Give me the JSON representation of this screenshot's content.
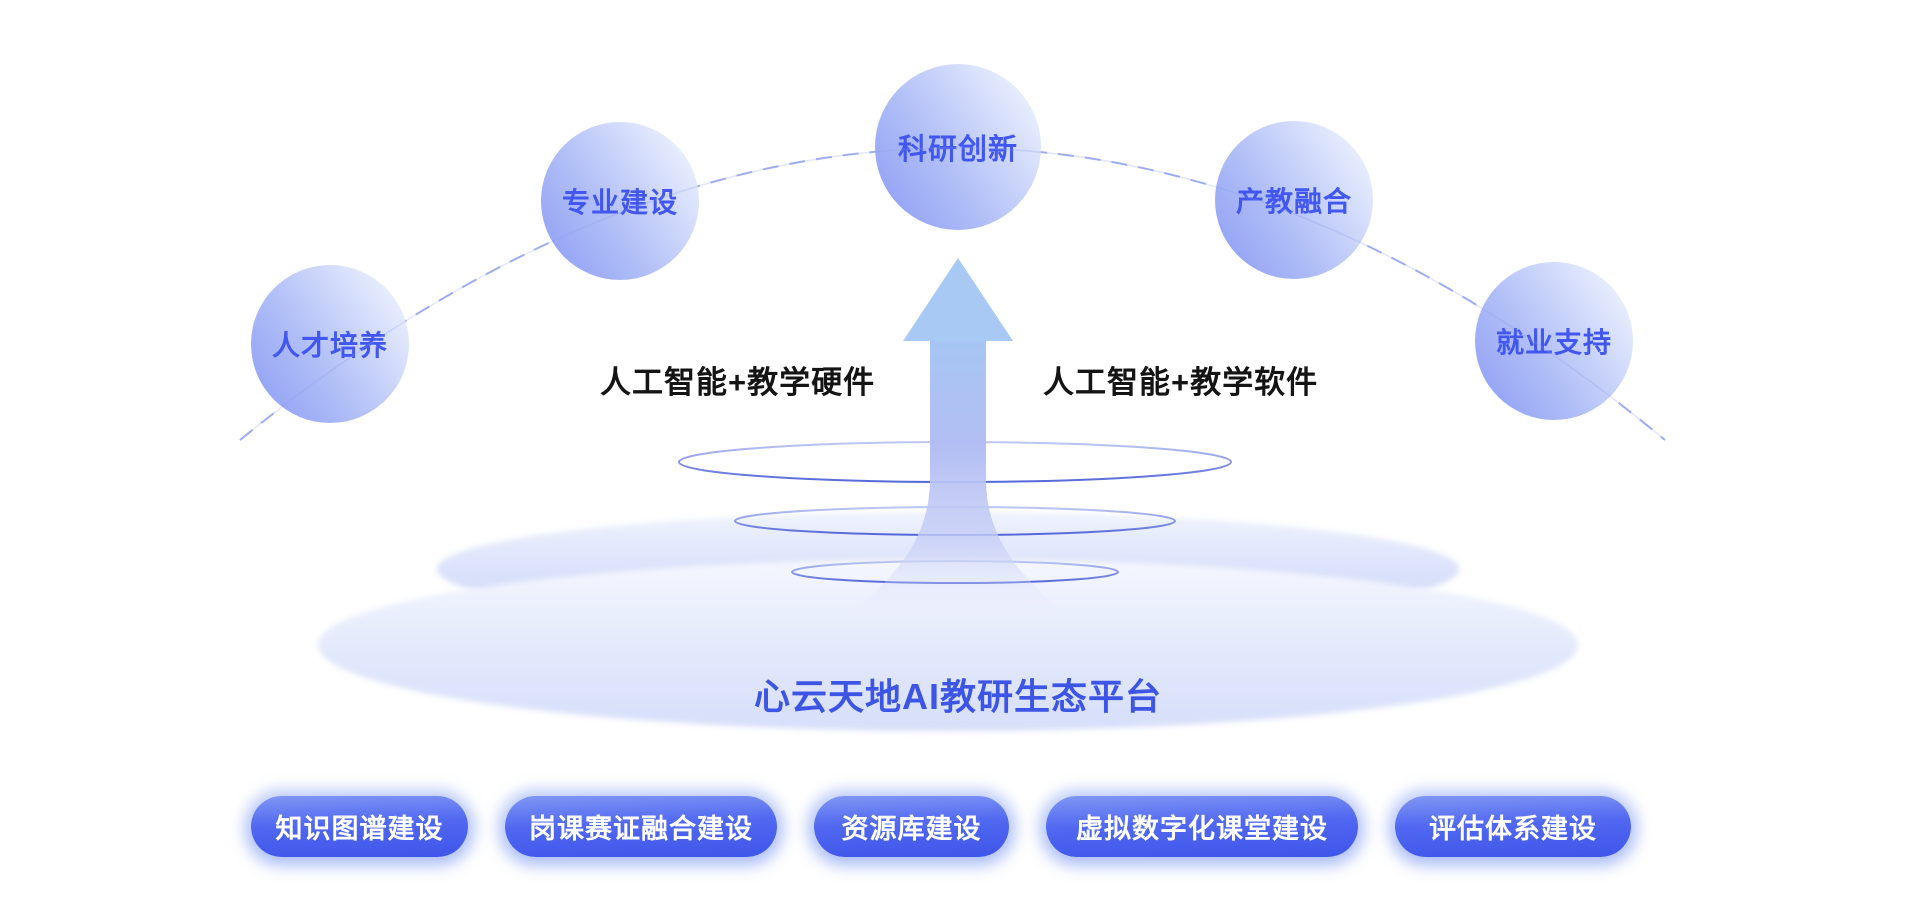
{
  "title": "心云天地AI教研生态平台",
  "bubbles": [
    {
      "label": "人才培养"
    },
    {
      "label": "专业建设"
    },
    {
      "label": "科研创新"
    },
    {
      "label": "产教融合"
    },
    {
      "label": "就业支持"
    }
  ],
  "annotations": {
    "left": "人工智能+教学硬件",
    "right": "人工智能+教学软件"
  },
  "pills": [
    {
      "label": "知识图谱建设"
    },
    {
      "label": "岗课赛证融合建设"
    },
    {
      "label": "资源库建设"
    },
    {
      "label": "虚拟数字化课堂建设"
    },
    {
      "label": "评估体系建设"
    }
  ],
  "colors": {
    "bubble_text": "#4257ef",
    "bubble_gradient_dark": "#8a9af3",
    "bubble_gradient_light": "#eef3fe",
    "pill_blue_top": "#8097f4",
    "pill_blue_bottom": "#3e55ea",
    "platform_title_blue": "#3d55e4",
    "annotation_black": "#141414",
    "arrow_head_blue": "#a7c9f4",
    "arrow_stem_periwinkle": "#b3bef3",
    "ring_stroke_blue": "#4b60d6",
    "dashed_arc_blue": "#a3b2f0",
    "platform_ellipse_light": "#e4eafc"
  }
}
